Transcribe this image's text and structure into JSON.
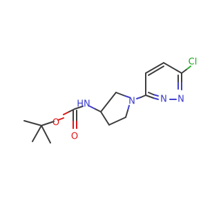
{
  "molecule": {
    "atoms": {
      "nh": "HN",
      "o_ester": "O",
      "o_carbonyl": "O",
      "n_pyrrolidine": "N",
      "n_ring_1": "N",
      "n_ring_2": "N",
      "cl": "Cl"
    },
    "colors": {
      "bond": "#3c3c3c",
      "nitrogen": "#3a3acd",
      "oxygen": "#e01414",
      "chlorine": "#1aa51a",
      "background": "#ffffff"
    }
  }
}
